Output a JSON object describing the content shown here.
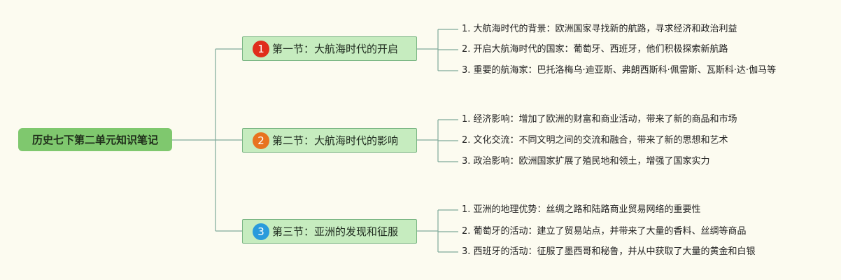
{
  "root": {
    "label": "历史七下第二单元知识笔记"
  },
  "sections": [
    {
      "badge": "1",
      "badge_color": "#e02d1b",
      "title": "第一节：大航海时代的开启",
      "items": [
        "1. 大航海时代的背景：欧洲国家寻找新的航路，寻求经济和政治利益",
        "2. 开启大航海时代的国家：葡萄牙、西班牙，他们积极探索新航路",
        "3. 重要的航海家：巴托洛梅乌·迪亚斯、弗朗西斯科·佩雷斯、瓦斯科·达·伽马等"
      ]
    },
    {
      "badge": "2",
      "badge_color": "#e8731f",
      "title": "第二节：大航海时代的影响",
      "items": [
        "1. 经济影响：增加了欧洲的财富和商业活动，带来了新的商品和市场",
        "2. 文化交流：不同文明之间的交流和融合，带来了新的思想和艺术",
        "3. 政治影响：欧洲国家扩展了殖民地和领土，增强了国家实力"
      ]
    },
    {
      "badge": "3",
      "badge_color": "#2a9bdc",
      "title": "第三节：亚洲的发现和征服",
      "items": [
        "1. 亚洲的地理优势：丝绸之路和陆路商业贸易网络的重要性",
        "2. 葡萄牙的活动：建立了贸易站点，并带来了大量的香料、丝绸等商品",
        "3. 西班牙的活动：征服了墨西哥和秘鲁，并从中获取了大量的黄金和白银"
      ]
    }
  ],
  "colors": {
    "line": "#7fa99a",
    "root_bg": "#7fc86e",
    "section_bg": "#c6ecbf"
  }
}
